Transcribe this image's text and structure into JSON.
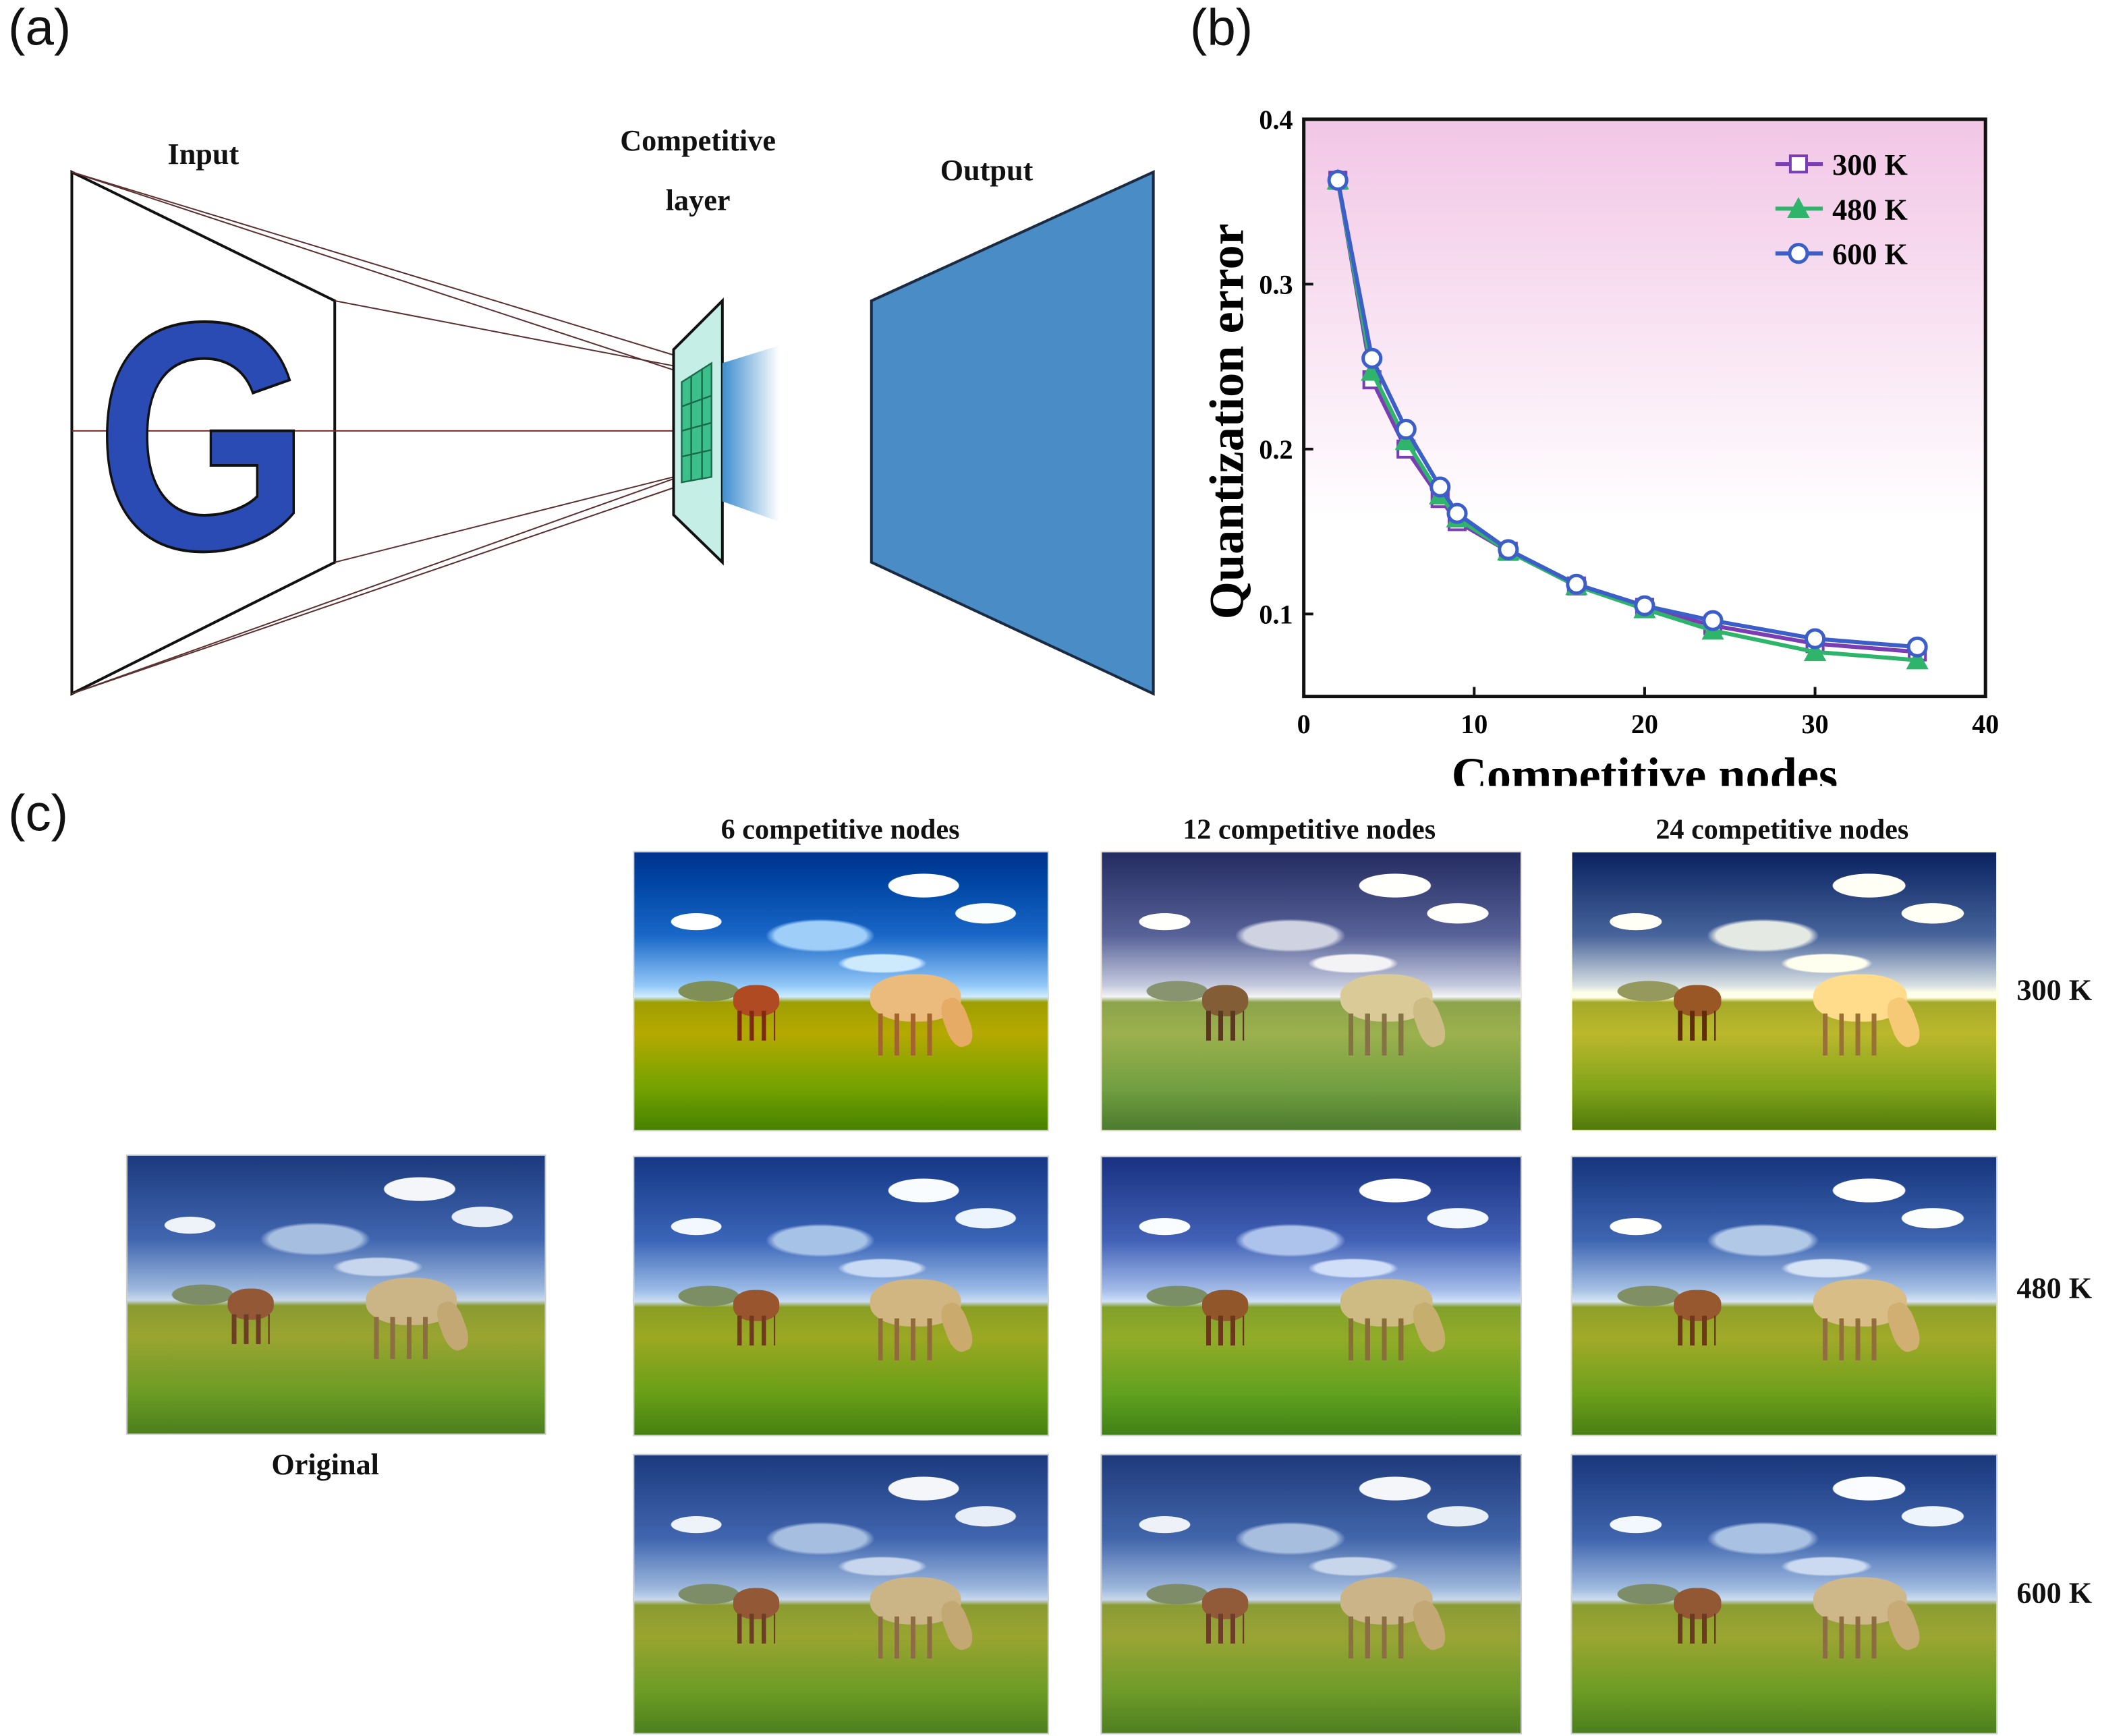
{
  "panels": {
    "a": "(a)",
    "b": "(b)",
    "c": "(c)"
  },
  "diagram": {
    "input_label": "Input",
    "input_letter": "G",
    "competitive_label_line1": "Competitive",
    "competitive_label_line2": "layer",
    "output_label": "Output",
    "colors": {
      "letter": "#2a4bb4",
      "layer": "#c4eee6",
      "grid": "#3cbf8a",
      "output": "#4a8cc6"
    }
  },
  "chart_data": {
    "type": "line",
    "title": "",
    "xlabel": "Competitive nodes",
    "ylabel": "Quantization error",
    "xlim": [
      0,
      40
    ],
    "ylim": [
      0.05,
      0.4
    ],
    "xticks": [
      0,
      10,
      20,
      30,
      40
    ],
    "yticks": [
      0.1,
      0.2,
      0.3,
      0.4
    ],
    "xtick_labels": [
      "0",
      "10",
      "20",
      "30",
      "40"
    ],
    "ytick_labels": [
      "0.1",
      "0.2",
      "0.3",
      "0.4"
    ],
    "grid": false,
    "legend_position": "top-right",
    "background": [
      "#f2c6e6",
      "#ffffff"
    ],
    "x": [
      2,
      4,
      6,
      8,
      9,
      12,
      16,
      20,
      24,
      30,
      36
    ],
    "series": [
      {
        "name": "300 K",
        "color": "#7a3db4",
        "marker": "square",
        "values": [
          0.363,
          0.242,
          0.2,
          0.17,
          0.156,
          0.138,
          0.117,
          0.104,
          0.093,
          0.082,
          0.077
        ]
      },
      {
        "name": "480 K",
        "color": "#2fb46c",
        "marker": "triangle",
        "values": [
          0.363,
          0.247,
          0.205,
          0.172,
          0.158,
          0.138,
          0.117,
          0.103,
          0.09,
          0.077,
          0.072
        ]
      },
      {
        "name": "600 K",
        "color": "#3c5ec8",
        "marker": "circle",
        "values": [
          0.363,
          0.255,
          0.212,
          0.177,
          0.161,
          0.139,
          0.118,
          0.105,
          0.096,
          0.085,
          0.08
        ]
      }
    ]
  },
  "grid_panel": {
    "original_label": "Original",
    "columns": [
      "6 competitive nodes",
      "12 competitive nodes",
      "24 competitive nodes"
    ],
    "rows": [
      "300 K",
      "480 K",
      "600 K"
    ]
  }
}
